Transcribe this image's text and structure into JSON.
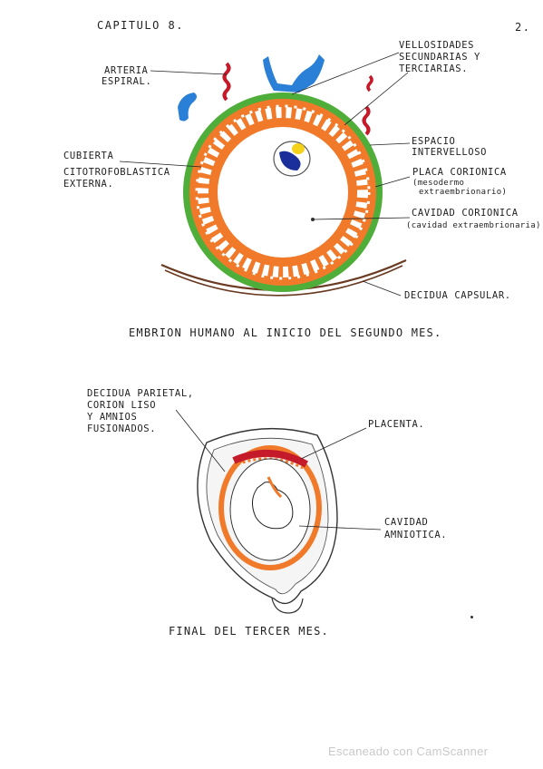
{
  "header": {
    "chapter": "CAPITULO 8.",
    "page_number": "2."
  },
  "figure1": {
    "caption": "EMBRION HUMANO AL INICIO DEL SEGUNDO MES.",
    "labels": {
      "arteria_1": "ARTERIA",
      "arteria_2": "ESPIRAL.",
      "vellosidades_1": "VELLOSIDADES",
      "vellosidades_2": "SECUNDARIAS Y",
      "vellosidades_3": "TERCIARIAS.",
      "cubierta_1": "CUBIERTA",
      "cubierta_2": "CITOTROFOBLASTICA",
      "cubierta_3": "EXTERNA.",
      "espacio_1": "ESPACIO",
      "espacio_2": "INTERVELLOSO",
      "placa_1": "PLACA CORIONICA",
      "placa_2": "(mesodermo",
      "placa_3": "extraembrionario)",
      "cavidad_1": "CAVIDAD CORIONICA",
      "cavidad_2": "(cavidad extraembrionaria)",
      "decidua_capsular": "DECIDUA CAPSULAR."
    }
  },
  "figure2": {
    "caption": "FINAL DEL TERCER MES.",
    "labels": {
      "decidua_1": "DECIDUA PARIETAL,",
      "decidua_2": "CORION LISO",
      "decidua_3": "Y AMNIOS",
      "decidua_4": "FUSIONADOS.",
      "placenta": "PLACENTA.",
      "amniotica_1": "CAVIDAD",
      "amniotica_2": "AMNIOTICA."
    }
  },
  "watermark": "Escaneado con CamScanner",
  "colors": {
    "orange": "#f07a2a",
    "green": "#4fae3a",
    "blue": "#2a7fd6",
    "navy": "#1a2f9a",
    "yellow": "#f5d21a",
    "red": "#c41a2a",
    "brown": "#7a4a2a"
  }
}
